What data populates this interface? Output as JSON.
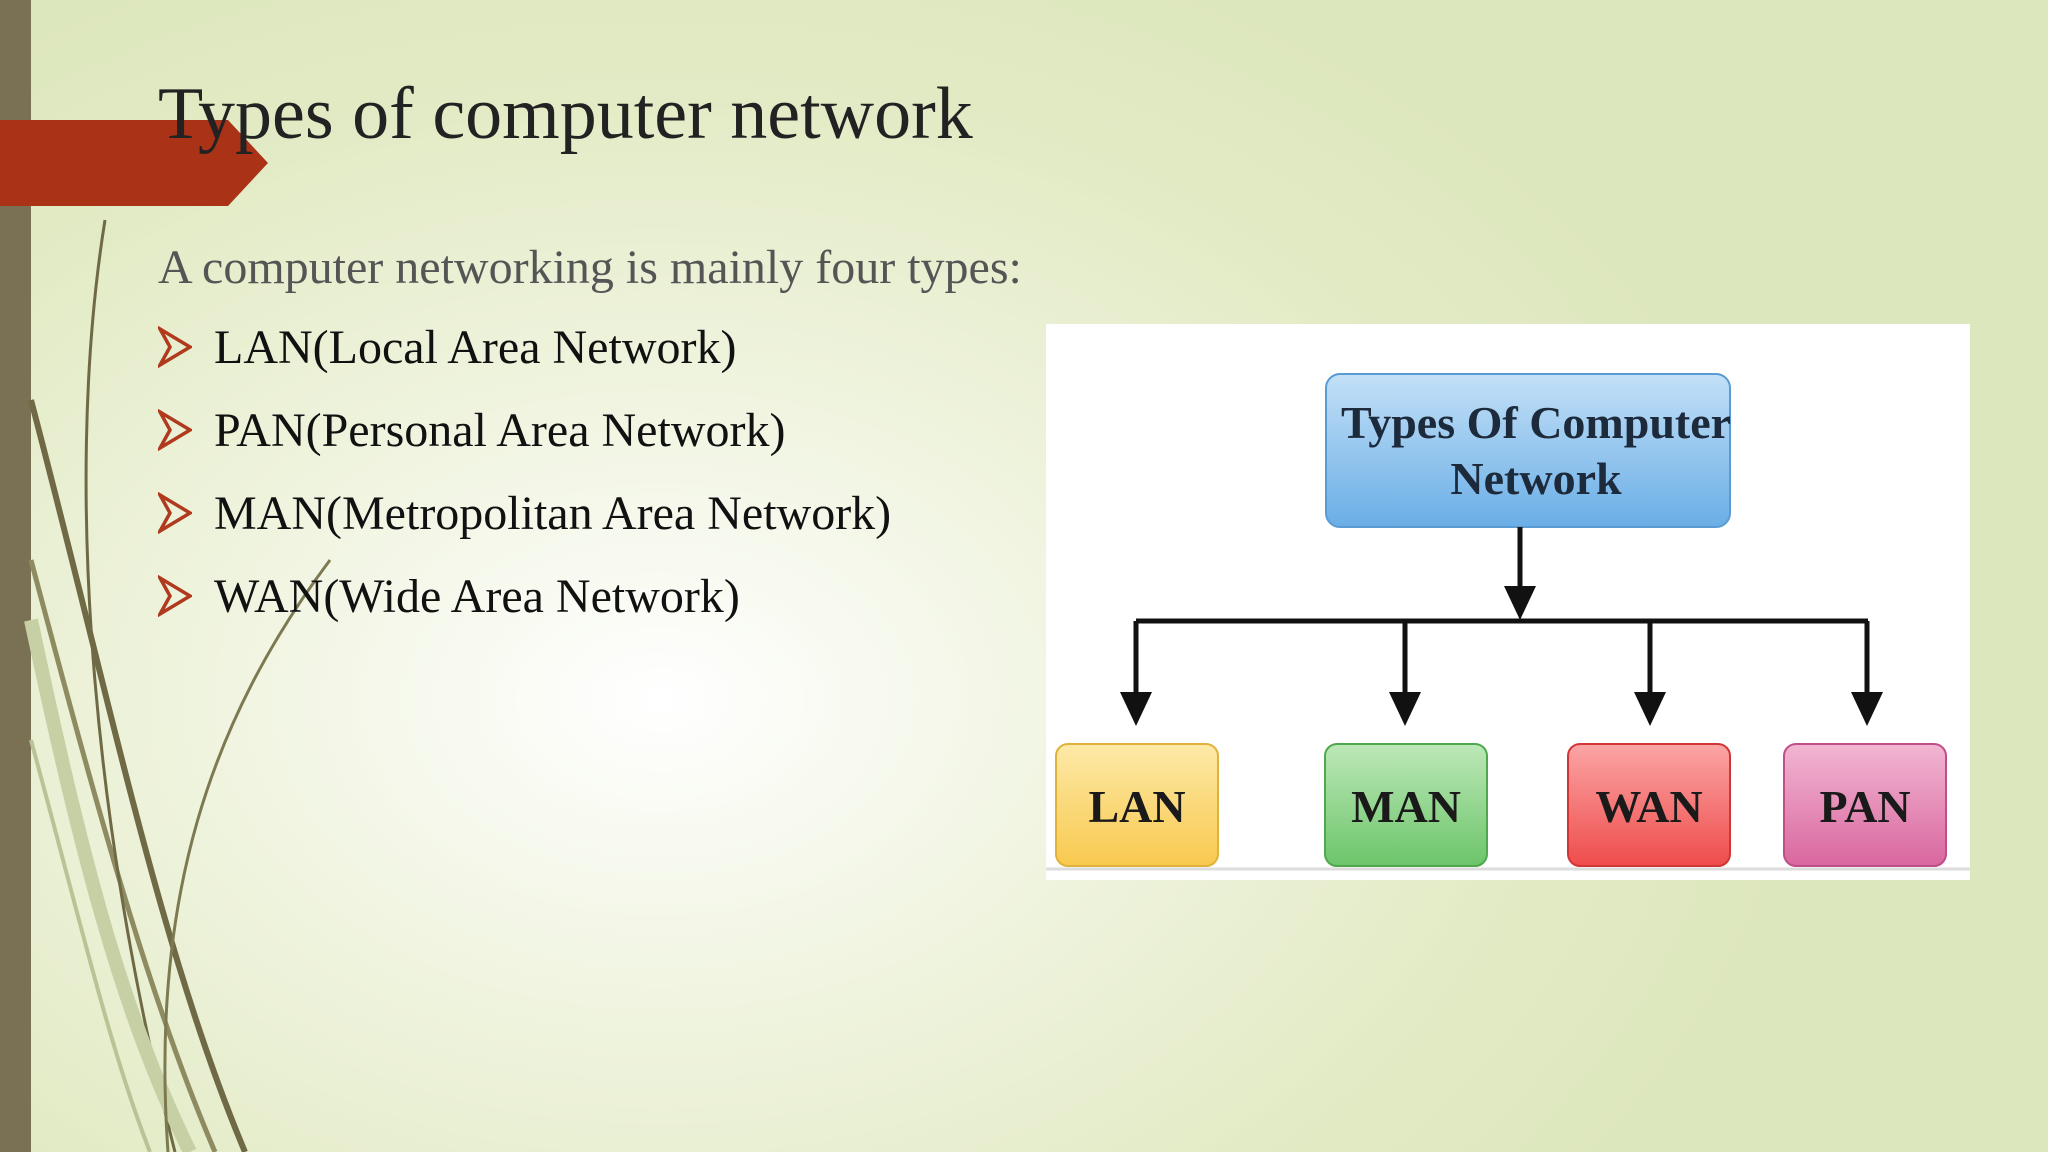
{
  "slide": {
    "title": "Types of computer network",
    "intro": "A computer networking is mainly four types:",
    "bullets": [
      "LAN(Local Area Network)",
      "PAN(Personal Area Network)",
      "MAN(Metropolitan Area Network)",
      "WAN(Wide Area Network)"
    ]
  },
  "diagram": {
    "root": {
      "line1": "Types Of Computer",
      "line2": "Network"
    },
    "children": [
      "LAN",
      "MAN",
      "WAN",
      "PAN"
    ]
  },
  "colors": {
    "accent_red": "#a93217",
    "sidebar": "#7a7155",
    "root_box": "#8cc3ec",
    "lan_box": "#fbd876",
    "man_box": "#8fd48c",
    "wan_box": "#f56d6d",
    "pan_box": "#e68ab8"
  },
  "icons": {
    "bullet": "arrowhead-bullet-icon"
  }
}
